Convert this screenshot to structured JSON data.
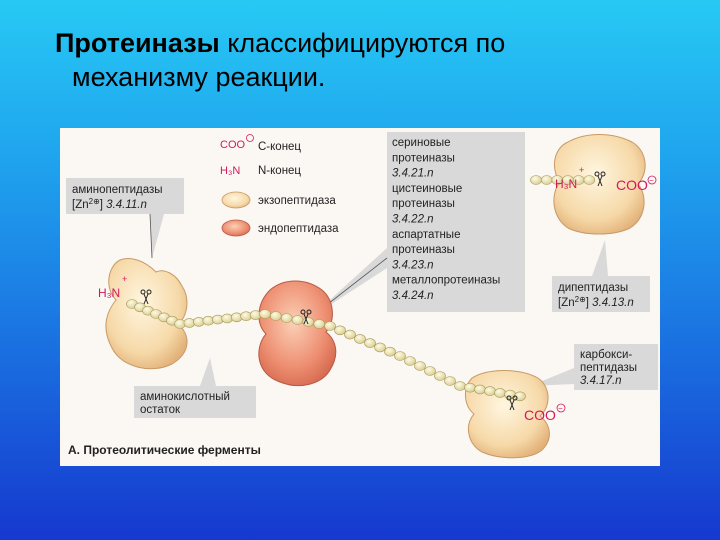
{
  "title": {
    "bold": "Протеиназы",
    "rest": "классифицируются по",
    "line2": "механизму реакции."
  },
  "legend": {
    "coo": "COO",
    "c_end": "C-конец",
    "h3n": "H₃N",
    "n_end": "N-конец",
    "exo": "экзопептидаза",
    "endo": "эндопептидаза"
  },
  "labels": {
    "aminopeptidases": [
      "аминопептидазы",
      "[Zn",
      "2⊕",
      "] ",
      "3.4.11.n"
    ],
    "endo_classes": [
      {
        "text": "сериновые",
        "italic": false
      },
      {
        "text": "протеиназы",
        "italic": false
      },
      {
        "text": "3.4.21.n",
        "italic": true
      },
      {
        "text": "цистеиновые",
        "italic": false
      },
      {
        "text": "протеиназы",
        "italic": false
      },
      {
        "text": "3.4.22.n",
        "italic": true
      },
      {
        "text": "аспартатные",
        "italic": false
      },
      {
        "text": "протеиназы",
        "italic": false
      },
      {
        "text": "3.4.23.n",
        "italic": true
      },
      {
        "text": "металлопротеиназы",
        "italic": false
      },
      {
        "text": "3.4.24.n",
        "italic": true
      }
    ],
    "dipeptidases": [
      "дипептидазы",
      "[Zn",
      "2⊕",
      "] ",
      "3.4.13.n"
    ],
    "carboxypeptidases": [
      "карбокси-",
      "пептидазы",
      "3.4.17.n"
    ],
    "amino_acid_residue": [
      "аминокислотный",
      "остаток"
    ],
    "caption": "А. Протеолитические ферменты"
  },
  "chem": {
    "h3n_left": "H₃N",
    "h3n_right": "H₃N",
    "coo_right": "COO",
    "coo_bottom": "COO",
    "plus": "+",
    "minus": "−"
  },
  "colors": {
    "exo_enzyme": "#f6ddb0",
    "endo_enzyme": "#e9806a",
    "bead": "#f4ecc0",
    "chem_text": "#d2195e",
    "callout_box": "#d9d9d9"
  }
}
